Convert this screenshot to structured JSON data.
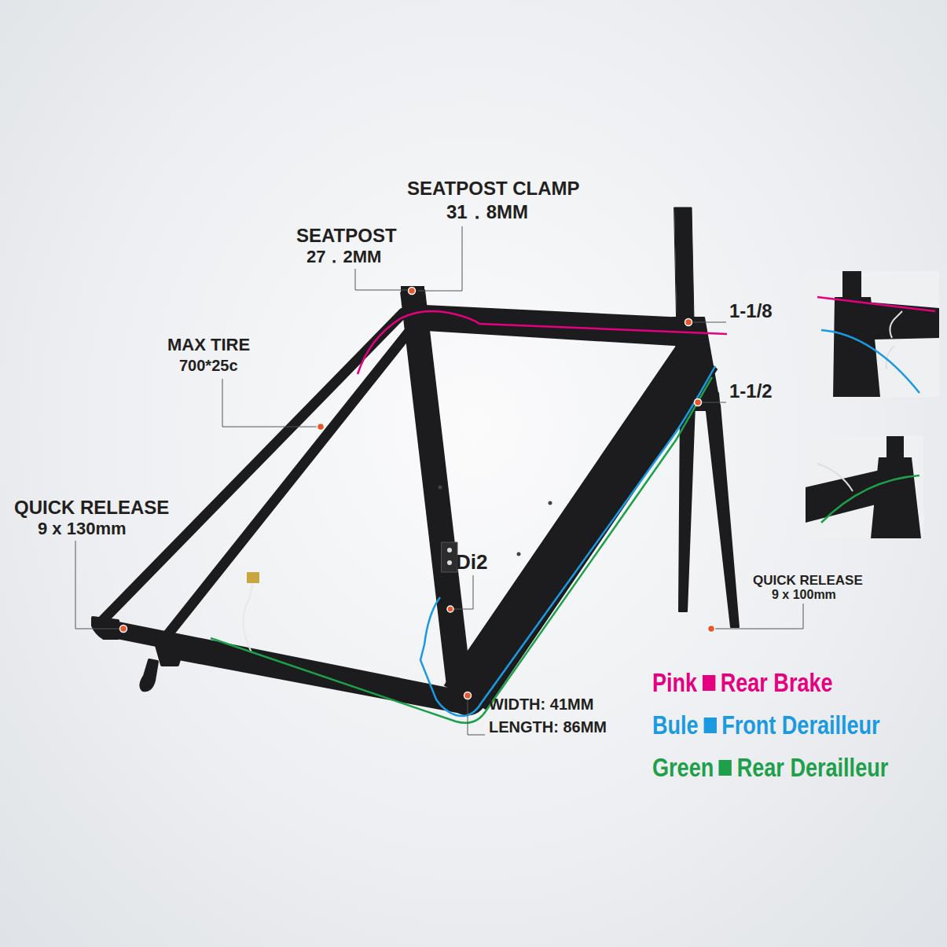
{
  "diagram": {
    "labels": [
      "SEATPOST CLAMP",
      "31．8MM",
      "SEATPOST",
      "27．2MM",
      "MAX TIRE",
      "700*25c",
      "QUICK RELEASE",
      "9 x 130mm",
      "1-1/8",
      "1-1/2",
      "Di2",
      "QUICK RELEASE",
      "9 x 100mm",
      "WIDTH: 41MM",
      "LENGTH: 86MM",
      "Pink",
      "Bule",
      "Green"
    ],
    "legend": [
      {
        "text": "Rear Brake",
        "color": "#e4007f"
      },
      {
        "text": "Front Derailleur",
        "color": "#1b9ae0"
      },
      {
        "text": "Rear Derailleur",
        "color": "#1ea04a"
      }
    ]
  }
}
